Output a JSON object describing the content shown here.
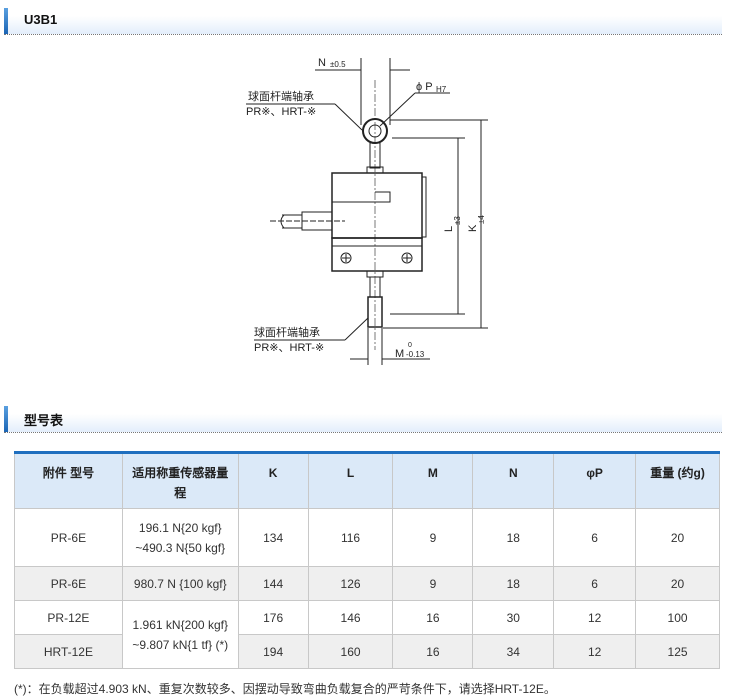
{
  "section1": {
    "title": "U3B1"
  },
  "drawing": {
    "bearing_label_top": "球面杆端轴承",
    "bearing_model_top": "PR※、HRT-※",
    "bearing_label_bottom": "球面杆端轴承",
    "bearing_model_bottom": "PR※、HRT-※",
    "dim_n": "N",
    "dim_n_tol": "±0.5",
    "dim_p": "ϕ P",
    "dim_p_tol": "H7",
    "dim_l": "L",
    "dim_l_tol": "±3",
    "dim_k": "K",
    "dim_k_tol": "±4",
    "dim_m": "M",
    "dim_m_tol_upper": "0",
    "dim_m_tol_lower": "-0.13"
  },
  "section2": {
    "title": "型号表"
  },
  "table": {
    "headers": [
      "附件 型号",
      "适用称重传感器量程",
      "K",
      "L",
      "M",
      "N",
      "φP",
      "重量 (约g)"
    ],
    "rows": [
      {
        "model": "PR-6E",
        "range1": "196.1 N{20 kgf}",
        "range2": "~490.3 N{50 kgf}",
        "K": "134",
        "L": "116",
        "M": "9",
        "N": "18",
        "P": "6",
        "W": "20"
      },
      {
        "model": "PR-6E",
        "range1": "980.7 N {100 kgf}",
        "K": "144",
        "L": "126",
        "M": "9",
        "N": "18",
        "P": "6",
        "W": "20"
      },
      {
        "model": "PR-12E",
        "range1": "1.961 kN{200 kgf}",
        "range2": "~9.807 kN{1 tf} (*)",
        "K": "176",
        "L": "146",
        "M": "16",
        "N": "30",
        "P": "12",
        "W": "100"
      },
      {
        "model": "HRT-12E",
        "K": "194",
        "L": "160",
        "M": "16",
        "N": "34",
        "P": "12",
        "W": "125"
      }
    ]
  },
  "note": "(*)：在负载超过4.903 kN、重复次数较多、因摆动导致弯曲负载复合的严苛条件下，请选择HRT-12E。"
}
